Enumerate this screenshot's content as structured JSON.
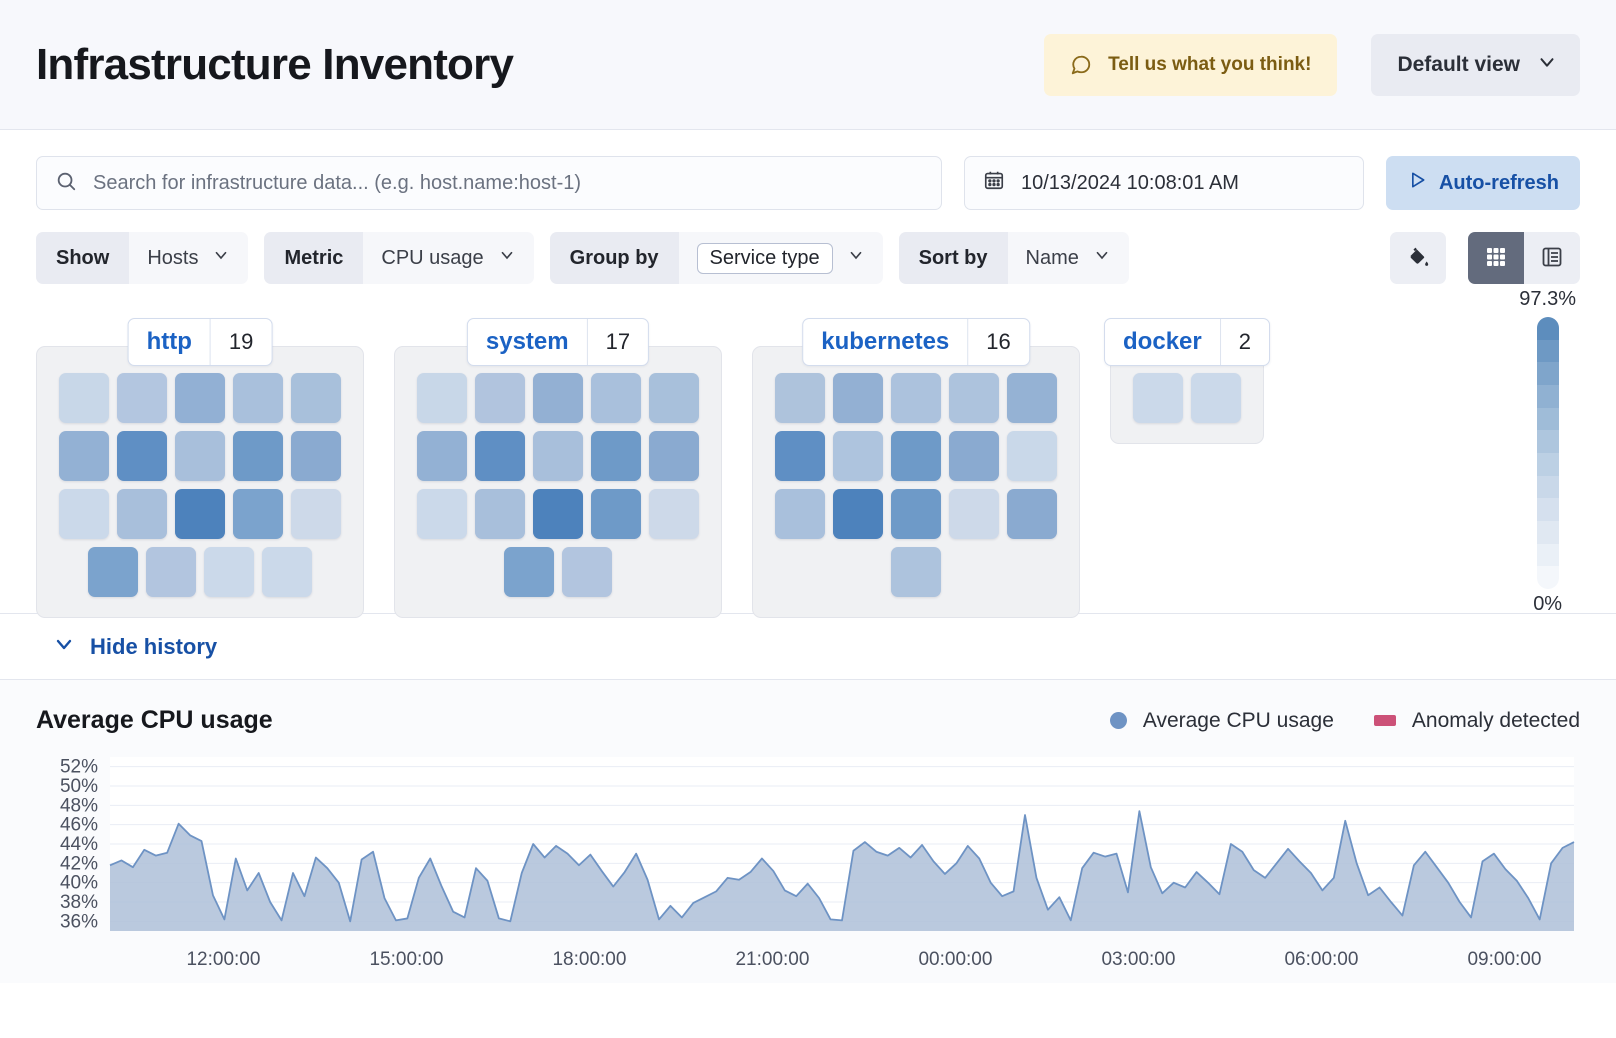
{
  "header": {
    "title": "Infrastructure Inventory",
    "feedback_label": "Tell us what you think!",
    "feedback_icon": "comment-icon",
    "view_label": "Default view",
    "view_icon": "chevron-down-icon"
  },
  "search": {
    "placeholder": "Search for infrastructure data... (e.g. host.name:host-1)",
    "value": "",
    "icon": "search-icon"
  },
  "datepicker": {
    "value": "10/13/2024 10:08:01 AM",
    "icon": "calendar-icon"
  },
  "autorefresh": {
    "label": "Auto-refresh",
    "icon": "play-icon"
  },
  "filters": [
    {
      "label": "Show",
      "value": "Hosts",
      "boxed": false,
      "icon": "chevron-down-icon"
    },
    {
      "label": "Metric",
      "value": "CPU usage",
      "boxed": false,
      "icon": "chevron-down-icon"
    },
    {
      "label": "Group by",
      "value": "Service type",
      "boxed": true,
      "icon": "chevron-down-icon"
    },
    {
      "label": "Sort by",
      "value": "Name",
      "boxed": false,
      "icon": "chevron-down-icon"
    }
  ],
  "toolbar_right": {
    "palette_icon": "color-fill-icon",
    "grid_view_icon": "grid-view-icon",
    "table_view_icon": "table-view-icon",
    "active_view": "grid"
  },
  "legend_scale": {
    "max_label": "97.3%",
    "min_label": "0%",
    "steps": [
      "#f4f7fb",
      "#eaf0f7",
      "#e0e8f2",
      "#d5e0ee",
      "#c9d8e9",
      "#bcd0e4",
      "#aec6de",
      "#9fbcd8",
      "#90b1d2",
      "#7fa5cb",
      "#6e99c4",
      "#5d8dbd"
    ]
  },
  "groups": [
    {
      "name": "http",
      "count": "19",
      "rows": [
        [
          "#c8d7e8",
          "#b3c6e0",
          "#92b0d4",
          "#a9c0dc",
          "#a8c0db"
        ],
        [
          "#93b1d4",
          "#5f8fc4",
          "#a8bfdb",
          "#6e9ac8",
          "#8aaad0"
        ],
        [
          "#cbd9ea",
          "#a8bfdb",
          "#4d82bc",
          "#7ba3cd",
          "#cdd9e9"
        ],
        [
          "#7ba3cd",
          "#b2c5df",
          "#cbd9ea",
          "#cbd9ea"
        ]
      ]
    },
    {
      "name": "system",
      "count": "17",
      "rows": [
        [
          "#c8d7e8",
          "#b1c4de",
          "#93b0d3",
          "#a9c0dc",
          "#a8c0db"
        ],
        [
          "#93b1d4",
          "#5f8fc4",
          "#a8bfdb",
          "#6e9ac8",
          "#8aaad0"
        ],
        [
          "#cbd9ea",
          "#a8bfdb",
          "#4d82bc",
          "#6e9ac8",
          "#cdd9e9"
        ],
        [
          "#7ba3cd",
          "#b2c5df"
        ]
      ]
    },
    {
      "name": "kubernetes",
      "count": "16",
      "rows": [
        [
          "#aec3dc",
          "#93b0d3",
          "#acc2dd",
          "#adc3dd",
          "#95b2d4"
        ],
        [
          "#5f8fc4",
          "#aec4de",
          "#6e9ac8",
          "#8aaad0",
          "#c9d8e9"
        ],
        [
          "#a9c0dc",
          "#4d82bc",
          "#6e9ac8",
          "#cdd9e9",
          "#8aaad0"
        ],
        [
          "#adc3dd"
        ]
      ]
    },
    {
      "name": "docker",
      "count": "2",
      "rows": [
        [
          "#cbd9ea",
          "#cbd9ea"
        ]
      ]
    }
  ],
  "history": {
    "toggle_label": "Hide history",
    "toggle_icon": "chevron-down-icon"
  },
  "chart_data": {
    "type": "area",
    "title": "Average CPU usage",
    "xlabel": "",
    "ylabel": "",
    "grid": true,
    "legend_position": "top-right",
    "legend": [
      {
        "name": "Average CPU usage",
        "color": "#6e93c4",
        "marker": "circle"
      },
      {
        "name": "Anomaly detected",
        "color": "#cc5178",
        "marker": "square"
      }
    ],
    "ytick_labels": [
      "52%",
      "50%",
      "48%",
      "46%",
      "44%",
      "42%",
      "40%",
      "38%",
      "36%"
    ],
    "ylim": [
      35,
      53
    ],
    "xtick_labels": [
      "12:00:00",
      "15:00:00",
      "18:00:00",
      "21:00:00",
      "00:00:00",
      "03:00:00",
      "06:00:00",
      "09:00:00"
    ],
    "series": [
      {
        "name": "Average CPU usage",
        "color": "#6e93c4",
        "fill": "#aebfd8",
        "values": [
          41.8,
          42.3,
          41.6,
          43.4,
          42.8,
          43.1,
          46.1,
          44.9,
          44.3,
          38.7,
          36.2,
          42.5,
          39.2,
          41.0,
          38.0,
          36.1,
          41.0,
          38.6,
          42.6,
          41.5,
          40.0,
          36.0,
          42.4,
          43.2,
          38.4,
          36.1,
          36.3,
          40.5,
          42.5,
          39.6,
          37.0,
          36.4,
          41.5,
          40.2,
          36.3,
          36.0,
          41.0,
          44.0,
          42.6,
          43.8,
          43.0,
          41.8,
          42.9,
          41.2,
          39.6,
          41.1,
          43.0,
          40.3,
          36.2,
          37.6,
          36.4,
          37.9,
          38.5,
          39.1,
          40.5,
          40.3,
          41.1,
          42.5,
          41.2,
          39.2,
          38.6,
          39.9,
          38.4,
          36.2,
          36.1,
          43.3,
          44.2,
          43.2,
          42.8,
          43.6,
          42.6,
          43.9,
          42.2,
          40.9,
          42.0,
          43.8,
          42.5,
          40.0,
          38.6,
          39.1,
          47.0,
          40.5,
          37.2,
          38.5,
          36.1,
          41.5,
          43.1,
          42.7,
          43.0,
          39.0,
          47.4,
          41.6,
          38.9,
          40.0,
          39.5,
          41.1,
          40.0,
          38.8,
          44.0,
          43.2,
          41.3,
          40.5,
          42.0,
          43.5,
          42.2,
          41.0,
          39.2,
          40.5,
          46.4,
          42.0,
          38.7,
          39.5,
          38.0,
          36.6,
          41.8,
          43.2,
          41.6,
          40.0,
          38.0,
          36.4,
          42.2,
          43.0,
          41.4,
          40.2,
          38.4,
          36.2,
          42.0,
          43.6,
          44.2
        ]
      }
    ]
  }
}
